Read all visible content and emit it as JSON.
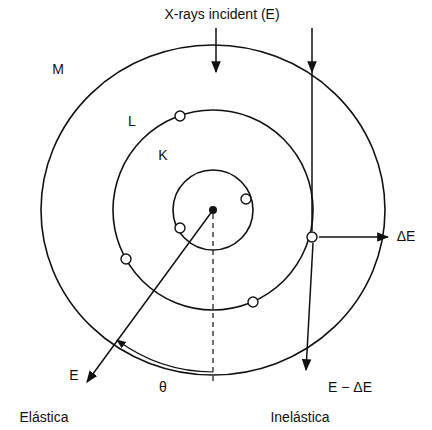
{
  "diagram": {
    "labels": [
      "X-rays incident (E)",
      "M",
      "L",
      "K",
      "ΔE",
      "E",
      "θ",
      "E − ΔE",
      "Elástica",
      "Inelástica"
    ]
  }
}
